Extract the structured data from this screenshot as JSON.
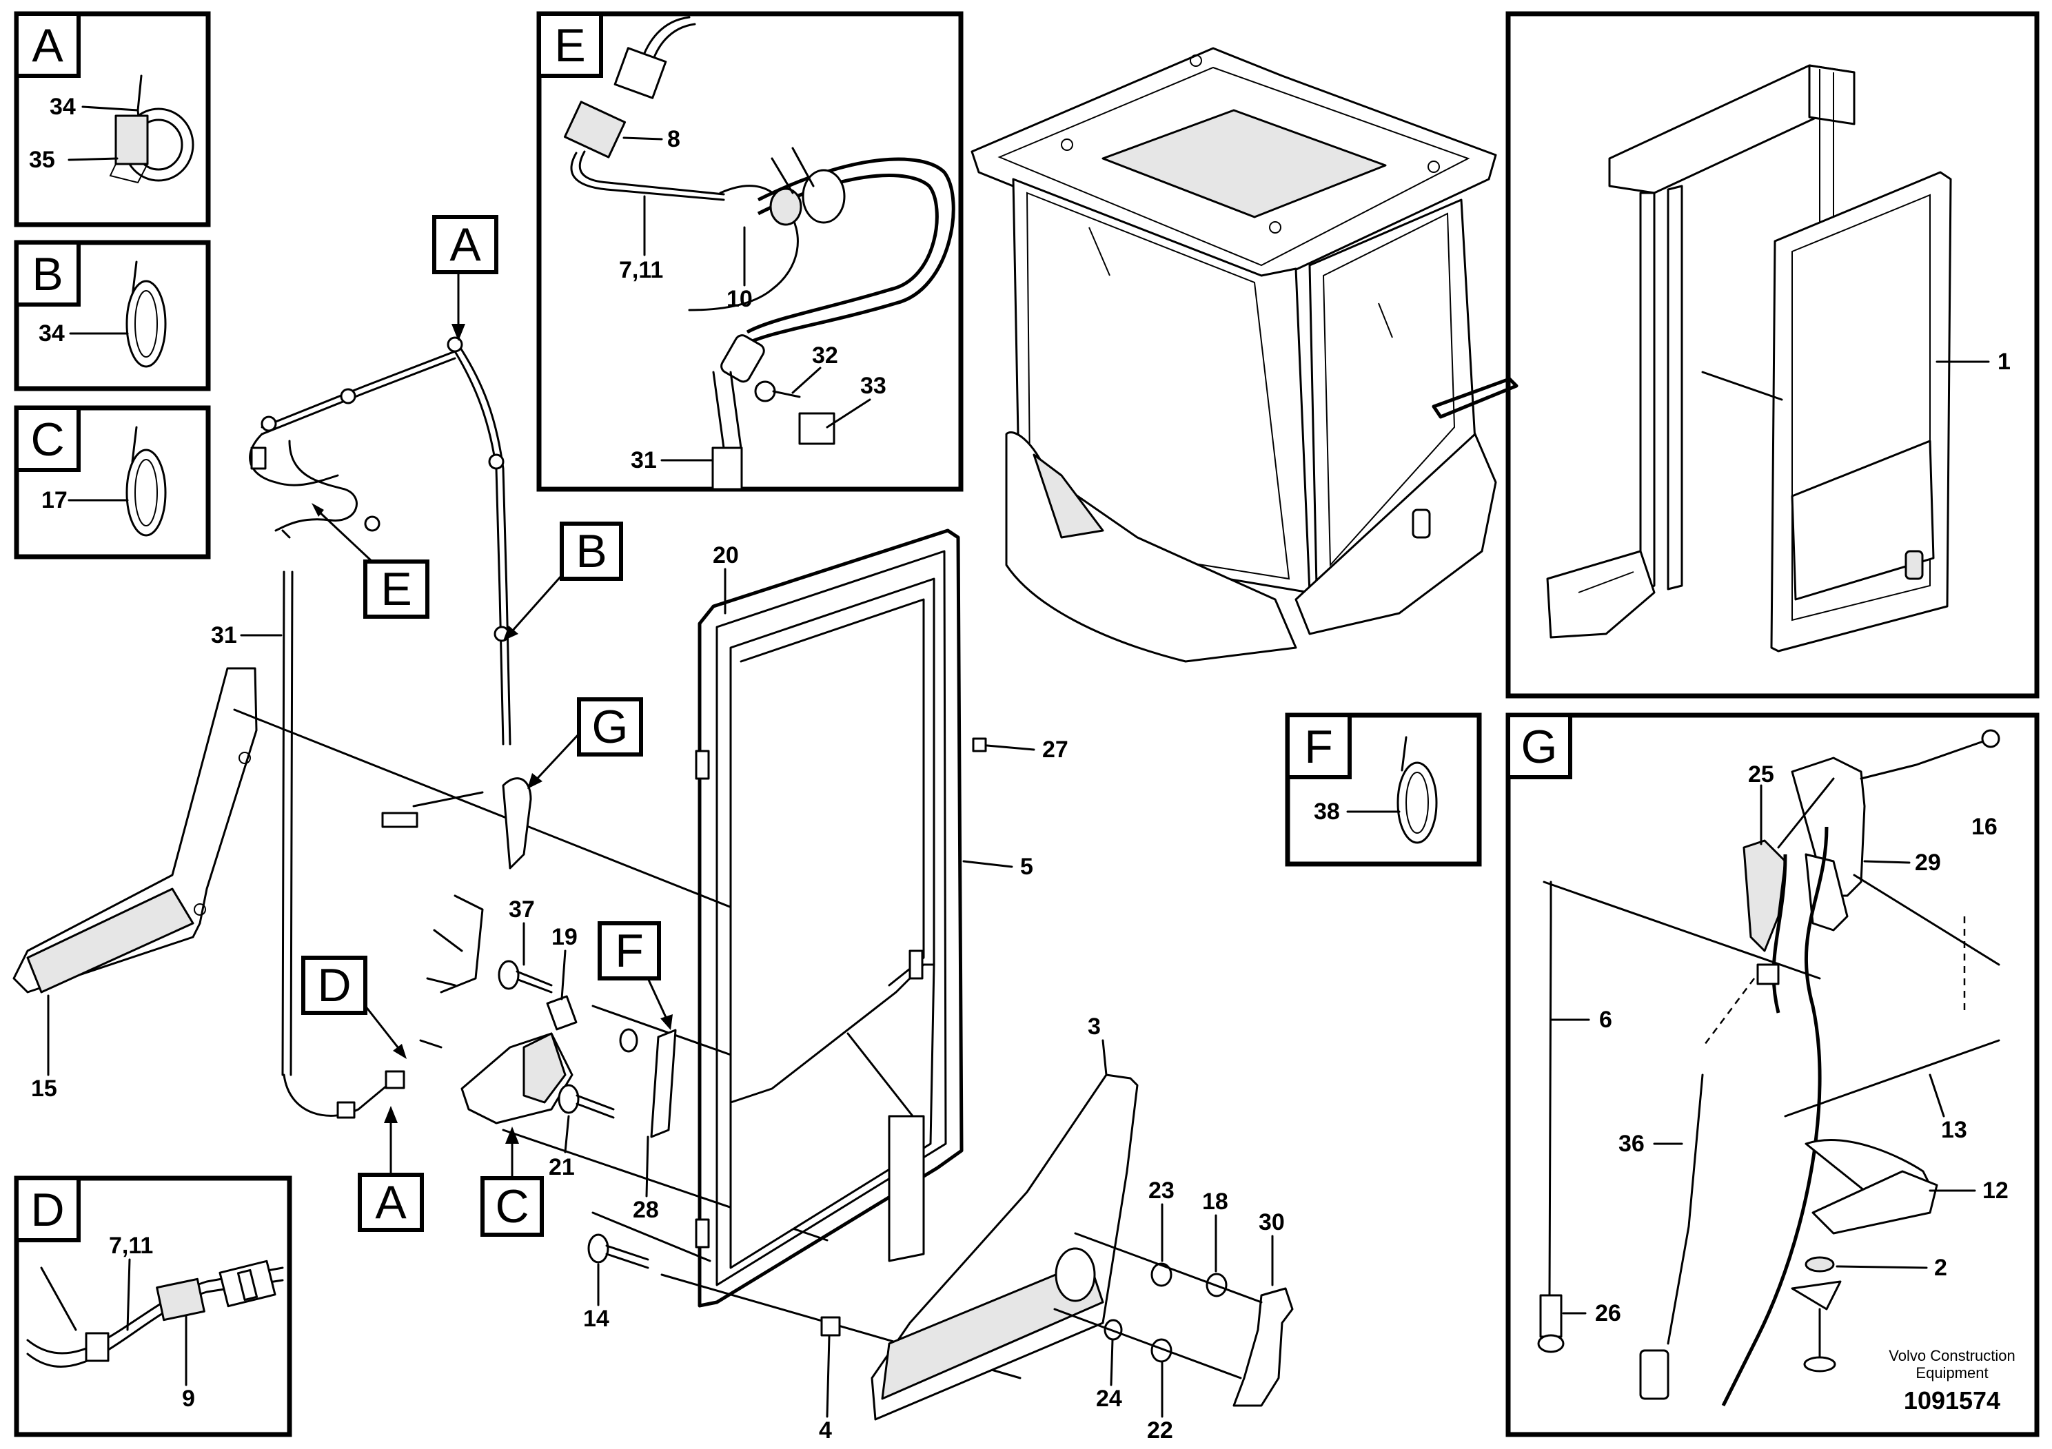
{
  "brand": {
    "line1": "Volvo Construction",
    "line2": "Equipment",
    "document_number": "1091574"
  },
  "detail_views": {
    "A": "A",
    "B": "B",
    "C": "C",
    "D": "D",
    "E": "E",
    "F": "F",
    "G": "G"
  },
  "callout_letters": {
    "A_top": "A",
    "A_bottom": "A",
    "B": "B",
    "C": "C",
    "D": "D",
    "E": "E",
    "F": "F",
    "G": "G"
  },
  "part_numbers": {
    "p1": "1",
    "p2": "2",
    "p3": "3",
    "p4": "4",
    "p5": "5",
    "p6": "6",
    "p7_11_e": "7,11",
    "p7_11_d": "7,11",
    "p8": "8",
    "p9": "9",
    "p10": "10",
    "p12": "12",
    "p13": "13",
    "p14": "14",
    "p15": "15",
    "p16": "16",
    "p17": "17",
    "p18": "18",
    "p19": "19",
    "p20": "20",
    "p21": "21",
    "p22": "22",
    "p23": "23",
    "p24": "24",
    "p25": "25",
    "p26": "26",
    "p27": "27",
    "p28": "28",
    "p29": "29",
    "p30": "30",
    "p31_e": "31",
    "p31_main": "31",
    "p32": "32",
    "p33": "33",
    "p34_a": "34",
    "p34_b": "34",
    "p35": "35",
    "p36": "36",
    "p37": "37",
    "p38": "38"
  }
}
